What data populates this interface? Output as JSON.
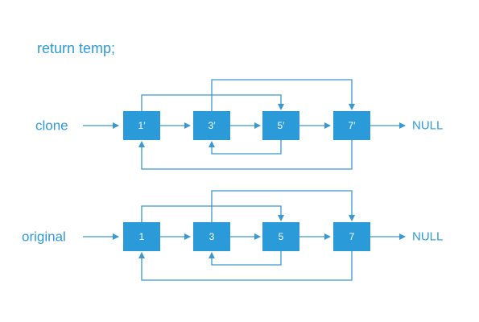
{
  "title": "return temp;",
  "colors": {
    "accent": "#2e9bd8",
    "node": "#2a9ad9",
    "line": "#3a99d0"
  },
  "lists": [
    {
      "label": "clone",
      "nodes": [
        "1′",
        "3′",
        "5′",
        "7′"
      ],
      "terminal": "NULL"
    },
    {
      "label": "original",
      "nodes": [
        "1",
        "3",
        "5",
        "7"
      ],
      "terminal": "NULL"
    }
  ]
}
